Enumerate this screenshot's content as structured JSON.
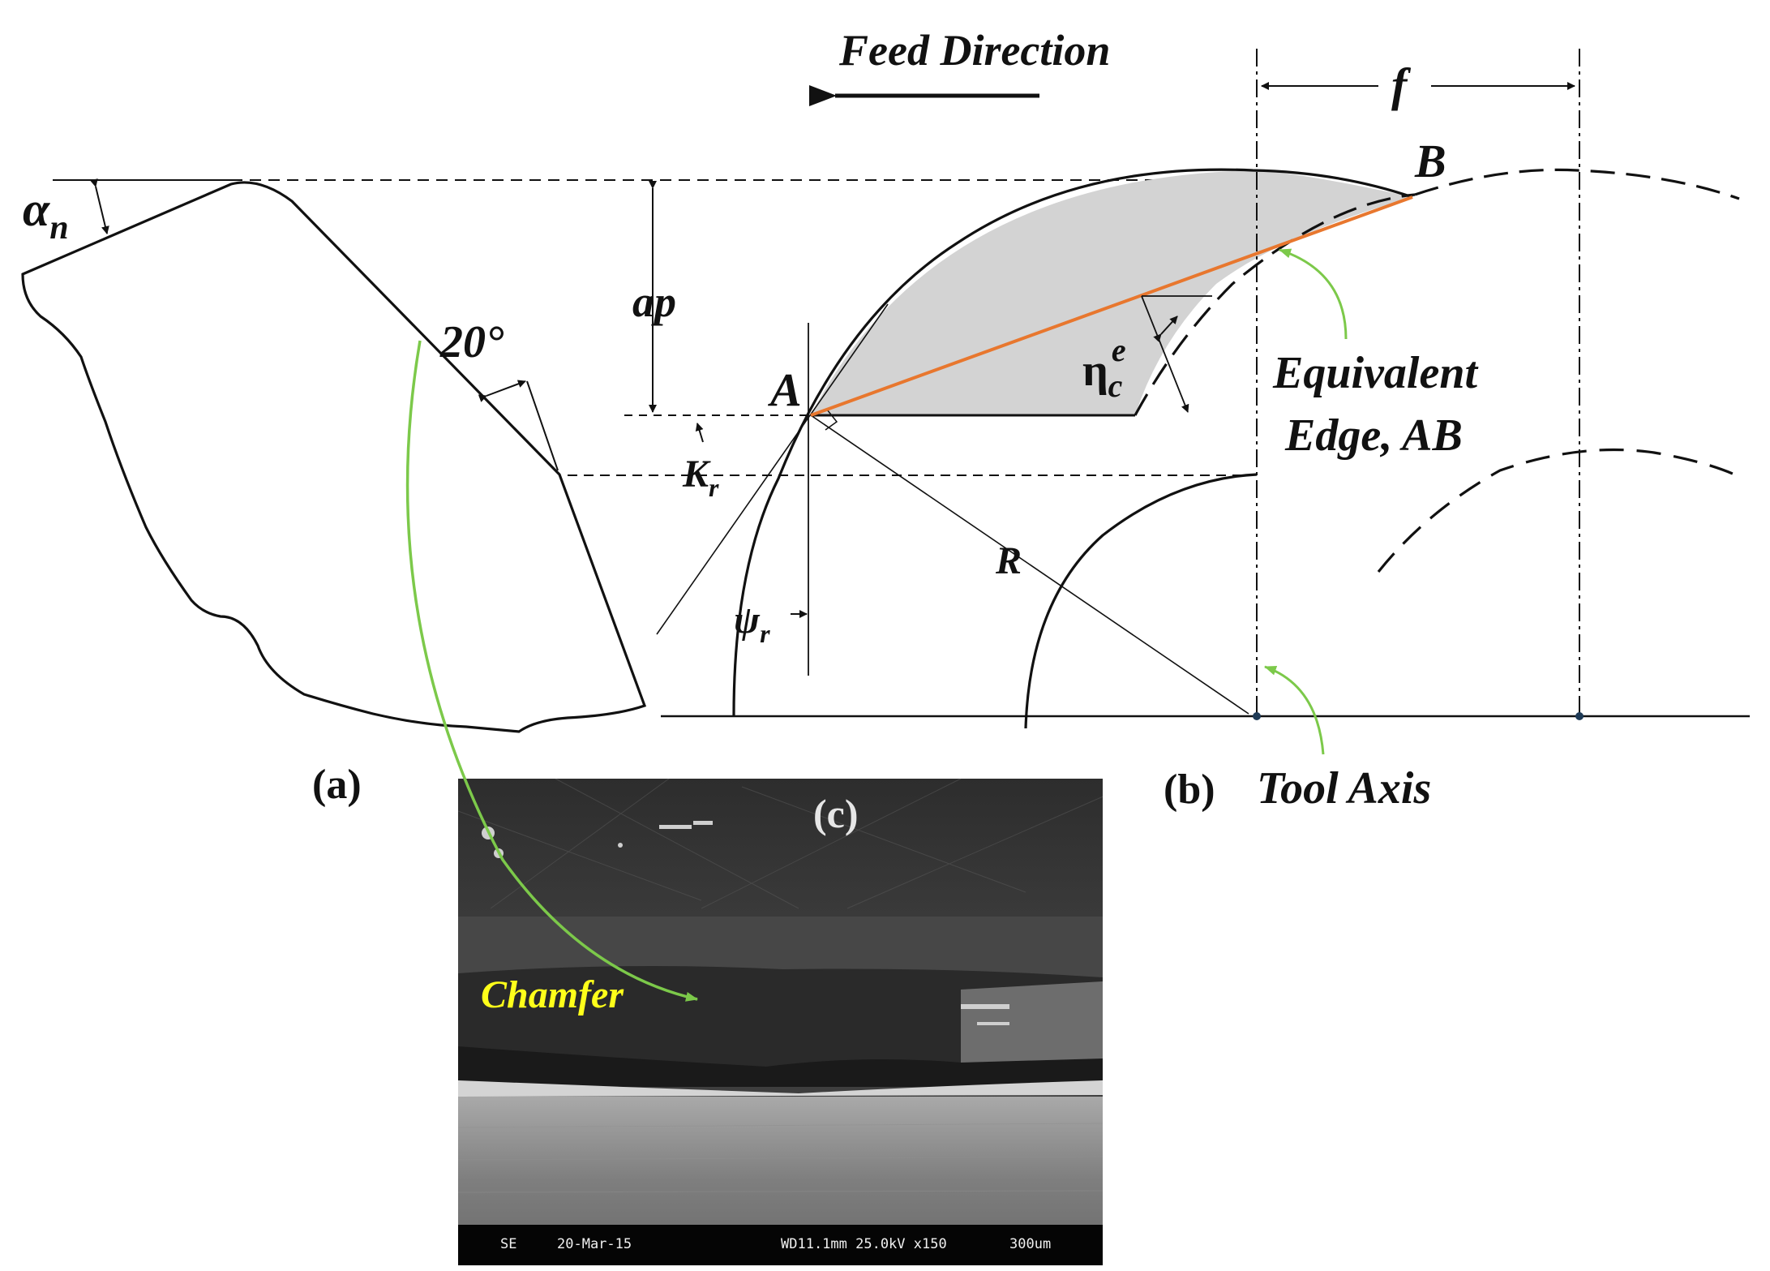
{
  "labels": {
    "feed_direction": "Feed Direction",
    "f": "f",
    "alpha_main": "α",
    "alpha_sub": "n",
    "angle_20": "20°",
    "ap": "ap",
    "A": "A",
    "B": "B",
    "K_main": "K",
    "K_sub": "r",
    "R": "R",
    "psi_main": "ψ",
    "psi_sub": "r",
    "eta_main": "η",
    "eta_sup": "e",
    "eta_sub": "c",
    "equivalent": "Equivalent",
    "edge_ab": "Edge, AB",
    "part_a": "(a)",
    "part_b": "(b)",
    "part_c": "(c)",
    "tool_axis": "Tool Axis",
    "chamfer": "Chamfer"
  },
  "sem_footer": {
    "mode": "SE",
    "date": "20-Mar-15",
    "params": "WD11.1mm 25.0kV x150",
    "scale": "300um"
  },
  "colors": {
    "edge_ab": "#e8772e",
    "arrow_green": "#7cc94a",
    "shaded_region": "#d3d3d3",
    "chamfer_text": "#ffff1a",
    "axis_point": "#1e3a56"
  }
}
